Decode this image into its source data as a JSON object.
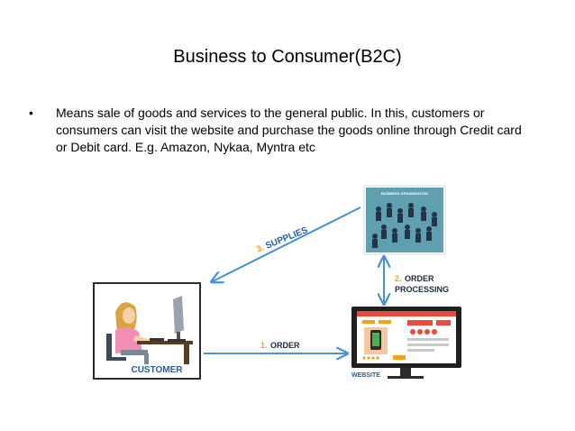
{
  "slide": {
    "title": "Business to Consumer(B2C)",
    "bullet_symbol": "•",
    "bullet_text": "Means sale of goods and services to the general public. In this, customers or consumers can visit the website and purchase the goods online through Credit card or Debit card. E.g. Amazon, Nykaa, Myntra etc"
  },
  "diagram": {
    "business_organization_label": "BUSINESS ORGANIZATION",
    "customer_label": "CUSTOMER",
    "website_label": "WEBSITE",
    "supplies_number": "3.",
    "supplies_label": "SUPPLIES",
    "order_number": "1.",
    "order_label": "ORDER",
    "processing_number": "2.",
    "processing_line1": "ORDER",
    "processing_line2": "PROCESSING",
    "colors": {
      "arrow_blue": "#4a90d9",
      "label_orange": "#f5a21b",
      "label_blue": "#1f5fa8",
      "label_dark": "#1d2a3a"
    }
  }
}
